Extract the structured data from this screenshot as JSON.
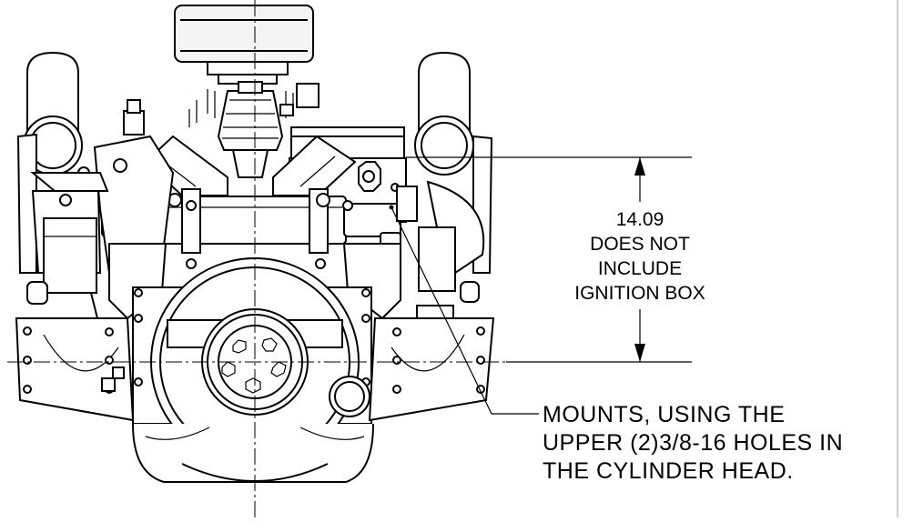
{
  "dimension": {
    "value": "14.09",
    "note_lines": [
      "DOES NOT",
      "INCLUDE",
      "IGNITION BOX"
    ]
  },
  "callout": {
    "lines": [
      "MOUNTS, USING THE",
      "UPPER (2)3/8-16 HOLES IN",
      "THE CYLINDER HEAD."
    ]
  }
}
